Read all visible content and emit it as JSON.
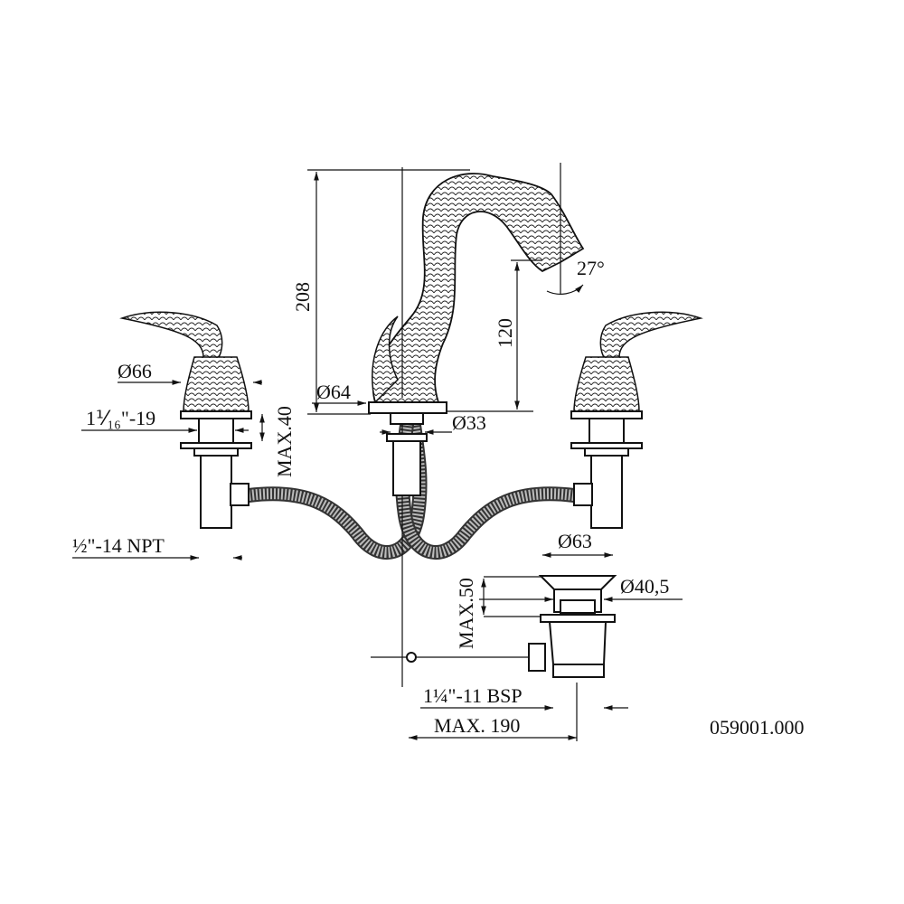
{
  "drawing": {
    "part_number": "059001.000",
    "dimensions": {
      "spout_height": "208",
      "spout_reach_height": "120",
      "spout_angle": "27°",
      "handle_diameter": "Ø66",
      "spout_base_diameter": "Ø64",
      "spout_shank_diameter": "Ø33",
      "handle_thread": "1⅟₁₆\"-19",
      "handle_max_deck": "MAX.40",
      "valve_thread": "½\"-14 NPT",
      "drain_flange_diameter": "Ø63",
      "drain_body_diameter": "Ø40,5",
      "drain_max_deck": "MAX.50",
      "drain_thread": "1¼\"-11 BSP",
      "drain_max_reach": "MAX. 190"
    }
  }
}
